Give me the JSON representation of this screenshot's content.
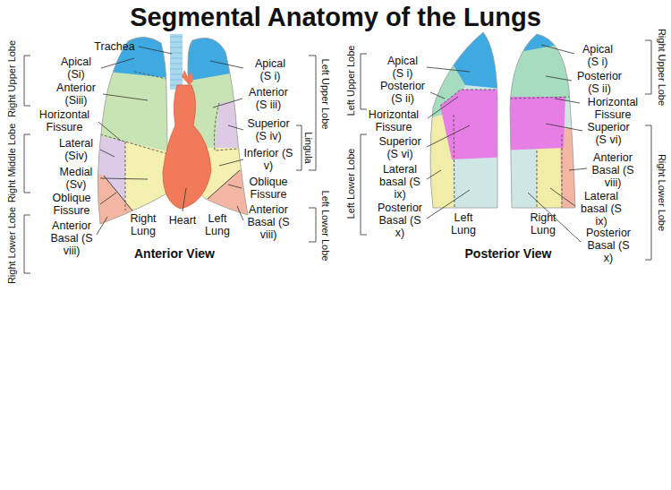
{
  "diagram": {
    "title": "Segmental Anatomy of the Lungs",
    "labels": [
      "Trachea",
      "Right Upper Lobe",
      "Apical (Si)",
      "Anterior (Siii)",
      "Horizontal Fissure",
      "Right Middle Lobe",
      "Lateral (Siv)",
      "Medial (Sv)",
      "Oblique Fissure",
      "Right Lower Lobe",
      "Anterior Basal (S viii)",
      "Right Lung",
      "Heart",
      "Left Lung",
      "Anterior View",
      "Apical (S i)",
      "Anterior (S iii)",
      "Superior (S iv)",
      "Inferior (S v)",
      "Oblique Fissure",
      "Anterior Basal (S viii)",
      "Left Upper Lobe",
      "Lingula",
      "Left Lower Lobe",
      "Left Upper Lobe",
      "Apical (S i)",
      "Posterior (S ii)",
      "Horizontal Fissure",
      "Left Lower Lobe",
      "Superior (S vi)",
      "Lateral basal (S ix)",
      "Posterior Basal (S x)",
      "Left Lung",
      "Right Lung",
      "Posterior View",
      "Apical (S i)",
      "Posterior (S ii)",
      "Horizontal Fissure",
      "Superior (S vi)",
      "Anterior Basal (S viii)",
      "Lateral basal (S ix)",
      "Posterior Basal (S x)",
      "Right Upper Lobe",
      "Right Lower Lobe"
    ]
  }
}
